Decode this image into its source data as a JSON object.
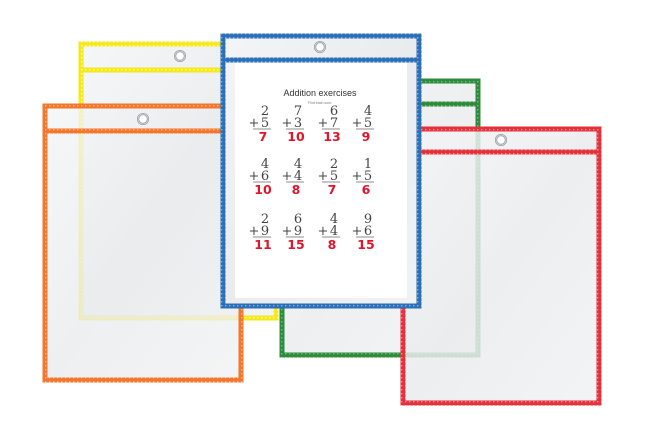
{
  "colors": {
    "yellow": "#f5e81e",
    "orange": "#f2772e",
    "green": "#2e8b3e",
    "red": "#e2323c",
    "blue": "#2c6fb5",
    "answer": "#e0142a"
  },
  "worksheet": {
    "title": "Addition exercises",
    "subtitle": "Find each sum.",
    "problems": [
      {
        "a": "2",
        "b": "5",
        "answer": "7"
      },
      {
        "a": "7",
        "b": "3",
        "answer": "10"
      },
      {
        "a": "6",
        "b": "7",
        "answer": "13"
      },
      {
        "a": "4",
        "b": "5",
        "answer": "9"
      },
      {
        "a": "4",
        "b": "6",
        "answer": "10"
      },
      {
        "a": "4",
        "b": "4",
        "answer": "8"
      },
      {
        "a": "2",
        "b": "5",
        "answer": "7"
      },
      {
        "a": "1",
        "b": "5",
        "answer": "6"
      },
      {
        "a": "2",
        "b": "9",
        "answer": "11"
      },
      {
        "a": "6",
        "b": "9",
        "answer": "15"
      },
      {
        "a": "4",
        "b": "4",
        "answer": "8"
      },
      {
        "a": "9",
        "b": "6",
        "answer": "15"
      }
    ]
  }
}
